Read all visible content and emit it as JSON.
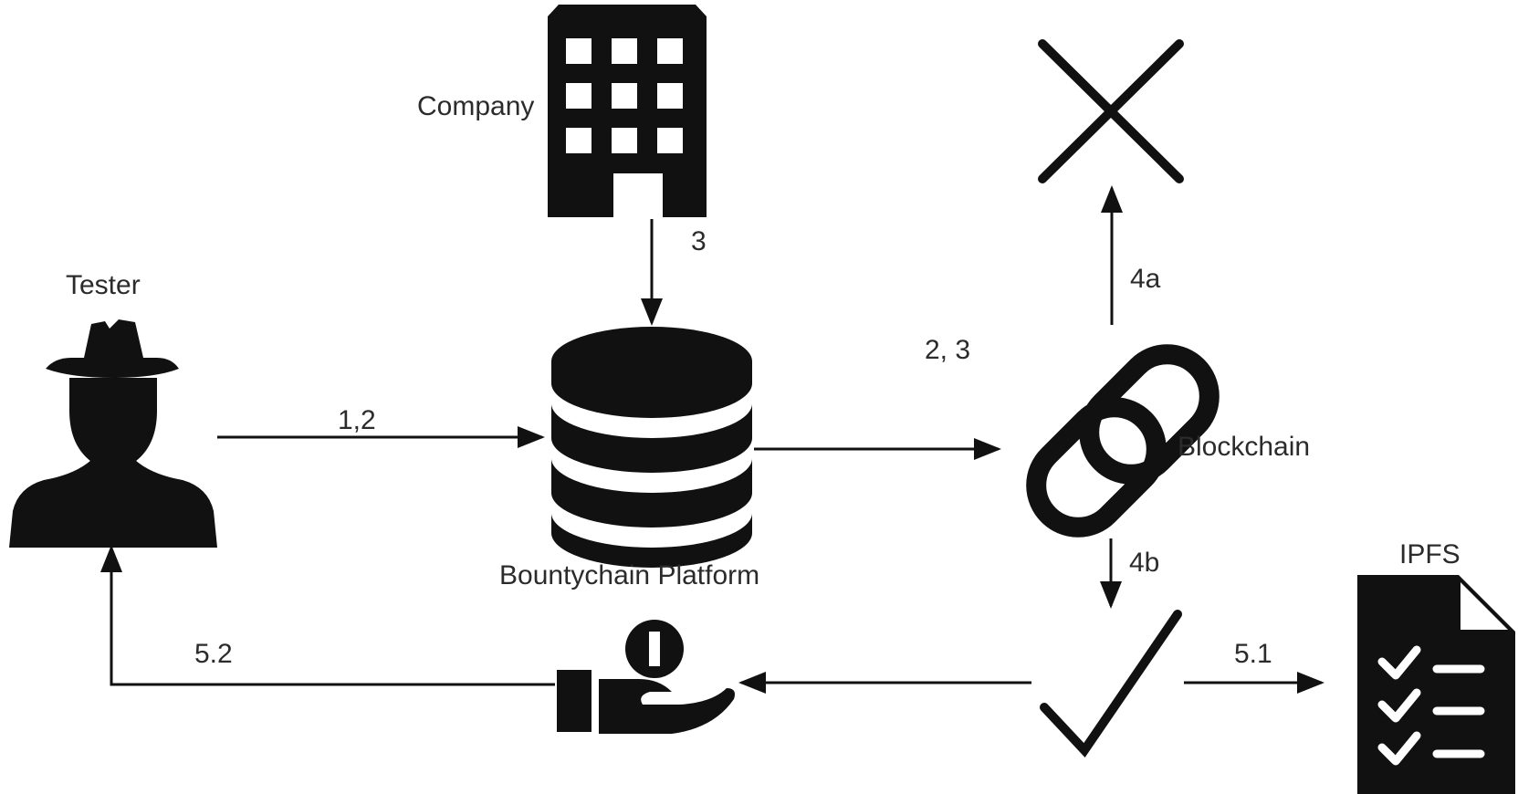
{
  "nodes": {
    "tester": {
      "label": "Tester",
      "icon": "hacker-icon"
    },
    "company": {
      "label": "Company",
      "icon": "building-icon"
    },
    "platform": {
      "label": "Bountychain Platform",
      "icon": "database-icon"
    },
    "blockchain": {
      "label": "Blockchain",
      "icon": "chain-link-icon"
    },
    "rejected": {
      "icon": "cross-icon"
    },
    "accepted": {
      "icon": "checkmark-icon"
    },
    "reward": {
      "icon": "hand-coin-icon"
    },
    "ipfs": {
      "label": "IPFS",
      "icon": "checklist-document-icon"
    }
  },
  "edges": {
    "tester_to_platform": "1,2",
    "company_to_platform": "3",
    "platform_to_blockchain": "2, 3",
    "blockchain_to_rejected": "4a",
    "blockchain_to_accepted": "4b",
    "accepted_to_ipfs": "5.1",
    "reward_to_tester": "5.2"
  },
  "colors": {
    "ink": "#111111",
    "text": "#2b2b2b",
    "background": "#ffffff"
  }
}
